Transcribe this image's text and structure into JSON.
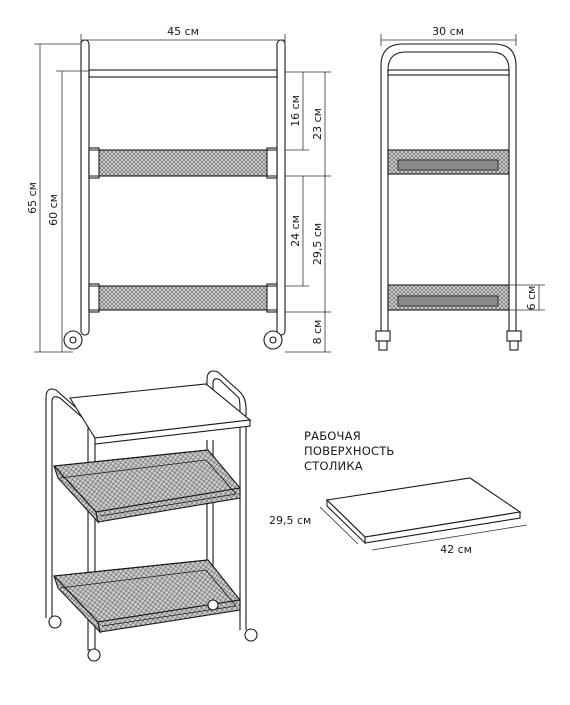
{
  "front_view": {
    "width_label": "45 см",
    "total_height_label": "65 см",
    "frame_height_label": "60 см",
    "top_gap_label": "16 см",
    "top_to_basket_label": "23 см",
    "basket_gap_label": "24 см",
    "middle_span_label": "29,5 см",
    "bottom_clearance_label": "8 см"
  },
  "side_view": {
    "width_label": "30 см",
    "basket_height_label": "6 см"
  },
  "tabletop": {
    "caption_lines": [
      "РАБОЧАЯ",
      "ПОВЕРХНОСТЬ",
      "СТОЛИКА"
    ],
    "depth_label": "29,5 см",
    "length_label": "42 см"
  },
  "colors": {
    "line": "#1a1a1a",
    "mesh": "#8a8a8a",
    "mesh_dark": "#555555",
    "dim_line": "#333333"
  }
}
